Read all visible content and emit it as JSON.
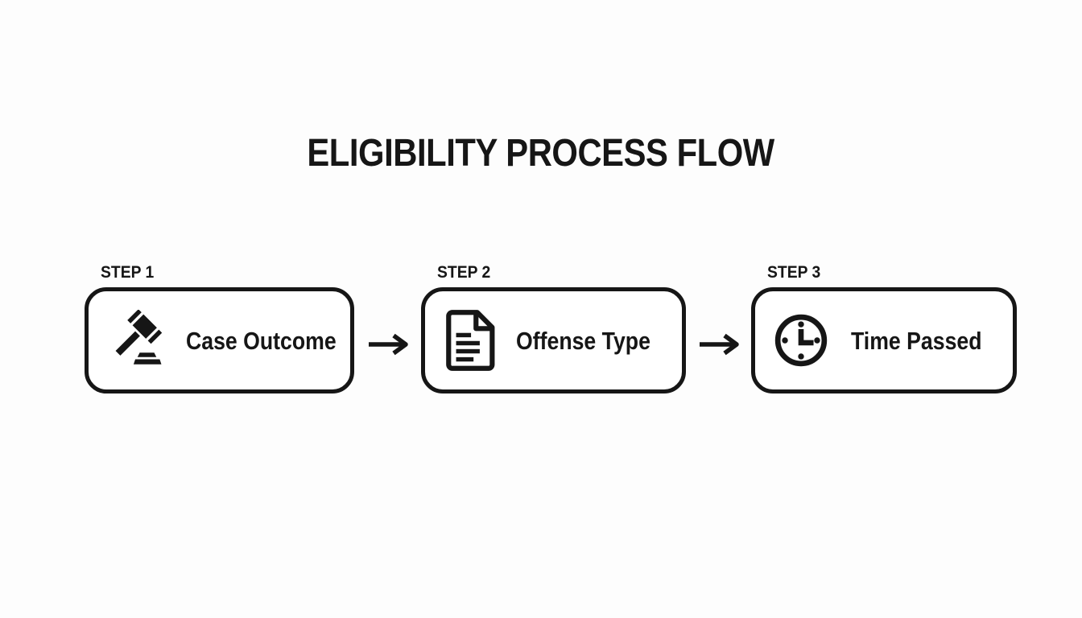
{
  "title": "ELIGIBILITY PROCESS FLOW",
  "steps": [
    {
      "step_label": "STEP 1",
      "label": "Case Outcome",
      "icon": "gavel-icon"
    },
    {
      "step_label": "STEP 2",
      "label": "Offense Type",
      "icon": "document-icon"
    },
    {
      "step_label": "STEP 3",
      "label": "Time Passed",
      "icon": "clock-icon"
    }
  ],
  "connector": {
    "icon": "right-arrow-icon"
  },
  "colors": {
    "ink": "#161616",
    "background": "#fdfdfd",
    "box_fill": "#ffffff"
  }
}
